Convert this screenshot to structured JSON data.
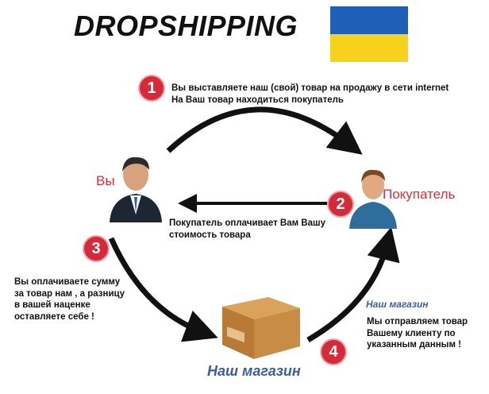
{
  "title": "DROPSHIPPING",
  "flag": {
    "name": "ukraine-flag",
    "colors": [
      "#1f5fb8",
      "#f6d21c"
    ]
  },
  "steps": [
    {
      "number": "1",
      "lines": [
        "Вы выставляете наш (свой) товар на продажу в сети internet",
        "На Ваш товар находиться покупатель"
      ]
    },
    {
      "number": "2",
      "lines": [
        "Покупатель оплачивает Вам Вашу",
        "стоимость товара"
      ]
    },
    {
      "number": "3",
      "lines": [
        "Вы оплачиваете сумму",
        "за товар нам , а разницу",
        "в вашей наценке",
        "оставляете себе !"
      ]
    },
    {
      "number": "4",
      "lines": [
        "Мы отправляем товар",
        "Вашему клиенту по",
        "указанным данным !"
      ]
    }
  ],
  "actors": {
    "you": "Вы",
    "buyer": "Покупатель"
  },
  "store_labels": {
    "top": "Наш магазин",
    "bottom": "Наш магазин"
  },
  "icons": [
    "businessman-icon",
    "buyer-icon",
    "box-icon"
  ],
  "colors": {
    "accent": "#d42b3a",
    "store": "#3c5f9c",
    "arrow": "#111111"
  }
}
